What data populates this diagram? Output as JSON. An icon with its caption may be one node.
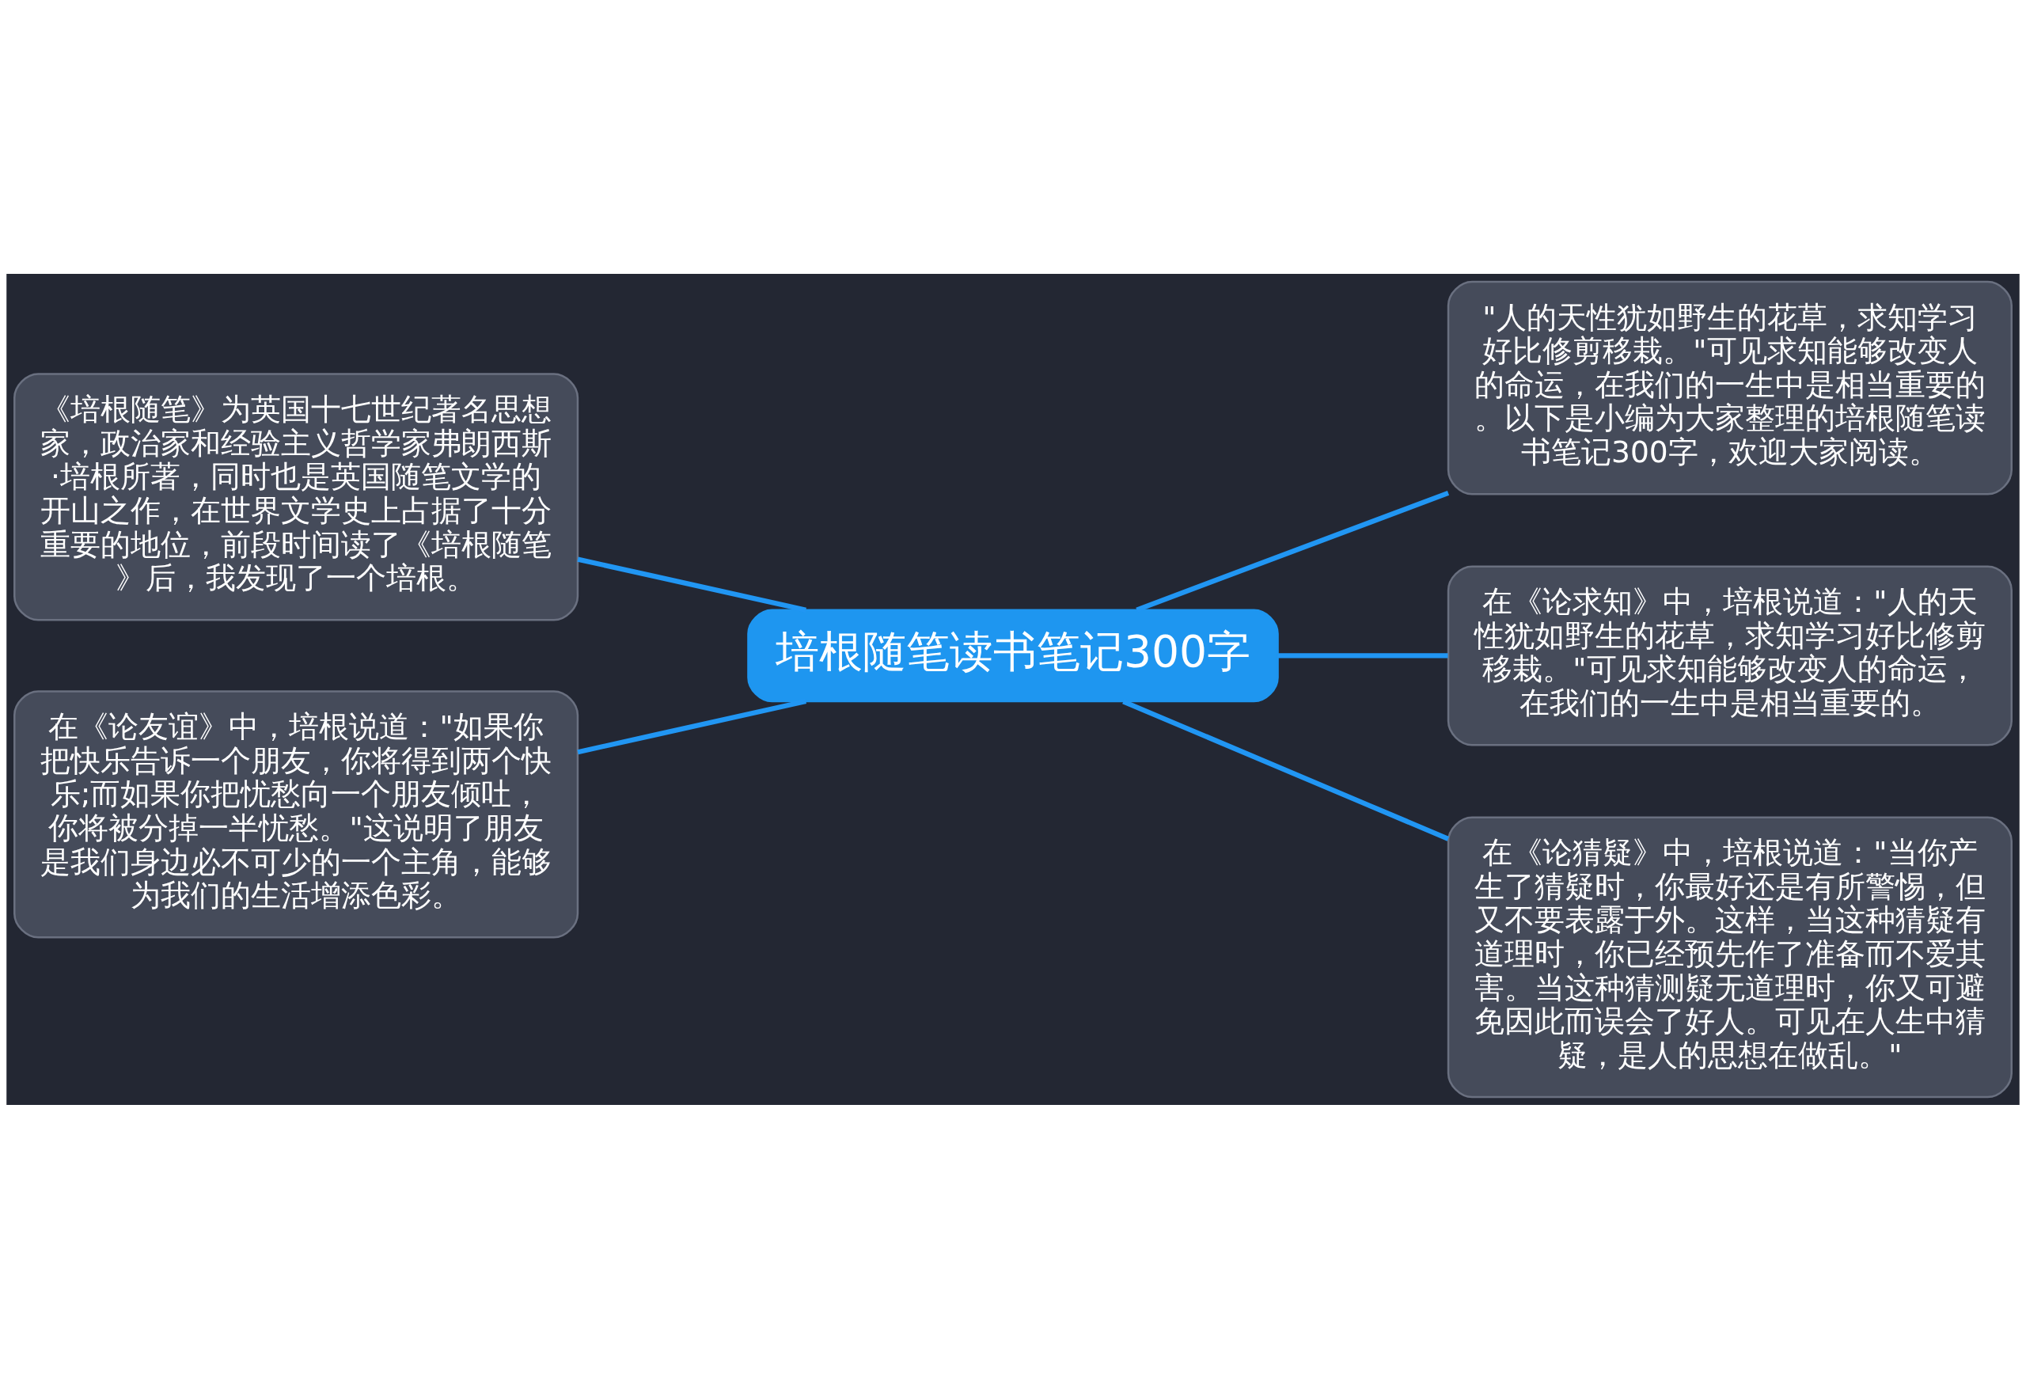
{
  "diagram": {
    "nodes": [
      {
        "text": [
          "培根随笔读书笔记300字"
        ]
      },
      {
        "text": [
          "《培根随笔》为英国十七世纪著名思想家，政治家和经验主义哲学家弗朗西斯·培根所著，同时也是英国随笔文学的开山之作，在世界文学史上占据了十分重要的地位，前段时间读了《培根随笔》后，我发现了一个培根。"
        ]
      },
      {
        "text": [
          "在《论友谊》中，培根说道：\"如果你把快乐告诉一个朋友，你将得到两个快乐;而如果你把忧愁向一个朋友倾吐，你将被分掉一半忧愁。\"这说明了朋友是我们身边必不可少的一个主角，能够为我们的生活增添色彩。"
        ]
      },
      {
        "text": [
          "\"人的天性犹如野生的花草，求知学习好比修剪移栽。\"可见求知能够改变人的命运，在我们的一生中是相当重要的。以下是小编为大家整理的培根随笔读书笔记300字，欢迎大家阅读。"
        ]
      },
      {
        "text": [
          "在《论求知》中，培根说道：\"人的天性犹如野生的花草，求知学习好比修剪移栽。\"可见求知能够改变人的命运，在我们的一生中是相当重要的。"
        ]
      },
      {
        "text": [
          "在《论猜疑》中，培根说道：\"当你产生了猜疑时，你最好还是有所警惕，但又不要表露于外。这样，当这种猜疑有道理时，你已经预先作了准备而不爱其害。当这种猜测疑无道理时，你又可避免因此而误会了好人。可见在人生中猜疑，是人的思想在做乱。\""
        ]
      }
    ],
    "edges": [
      {
        "from": 0,
        "to": 1,
        "arrow": "none"
      },
      {
        "from": 0,
        "to": 2,
        "arrow": "none"
      },
      {
        "from": 0,
        "to": 3,
        "arrow": "none"
      },
      {
        "from": 0,
        "to": 4,
        "arrow": "none"
      },
      {
        "from": 0,
        "to": 5,
        "arrow": "none"
      }
    ]
  }
}
